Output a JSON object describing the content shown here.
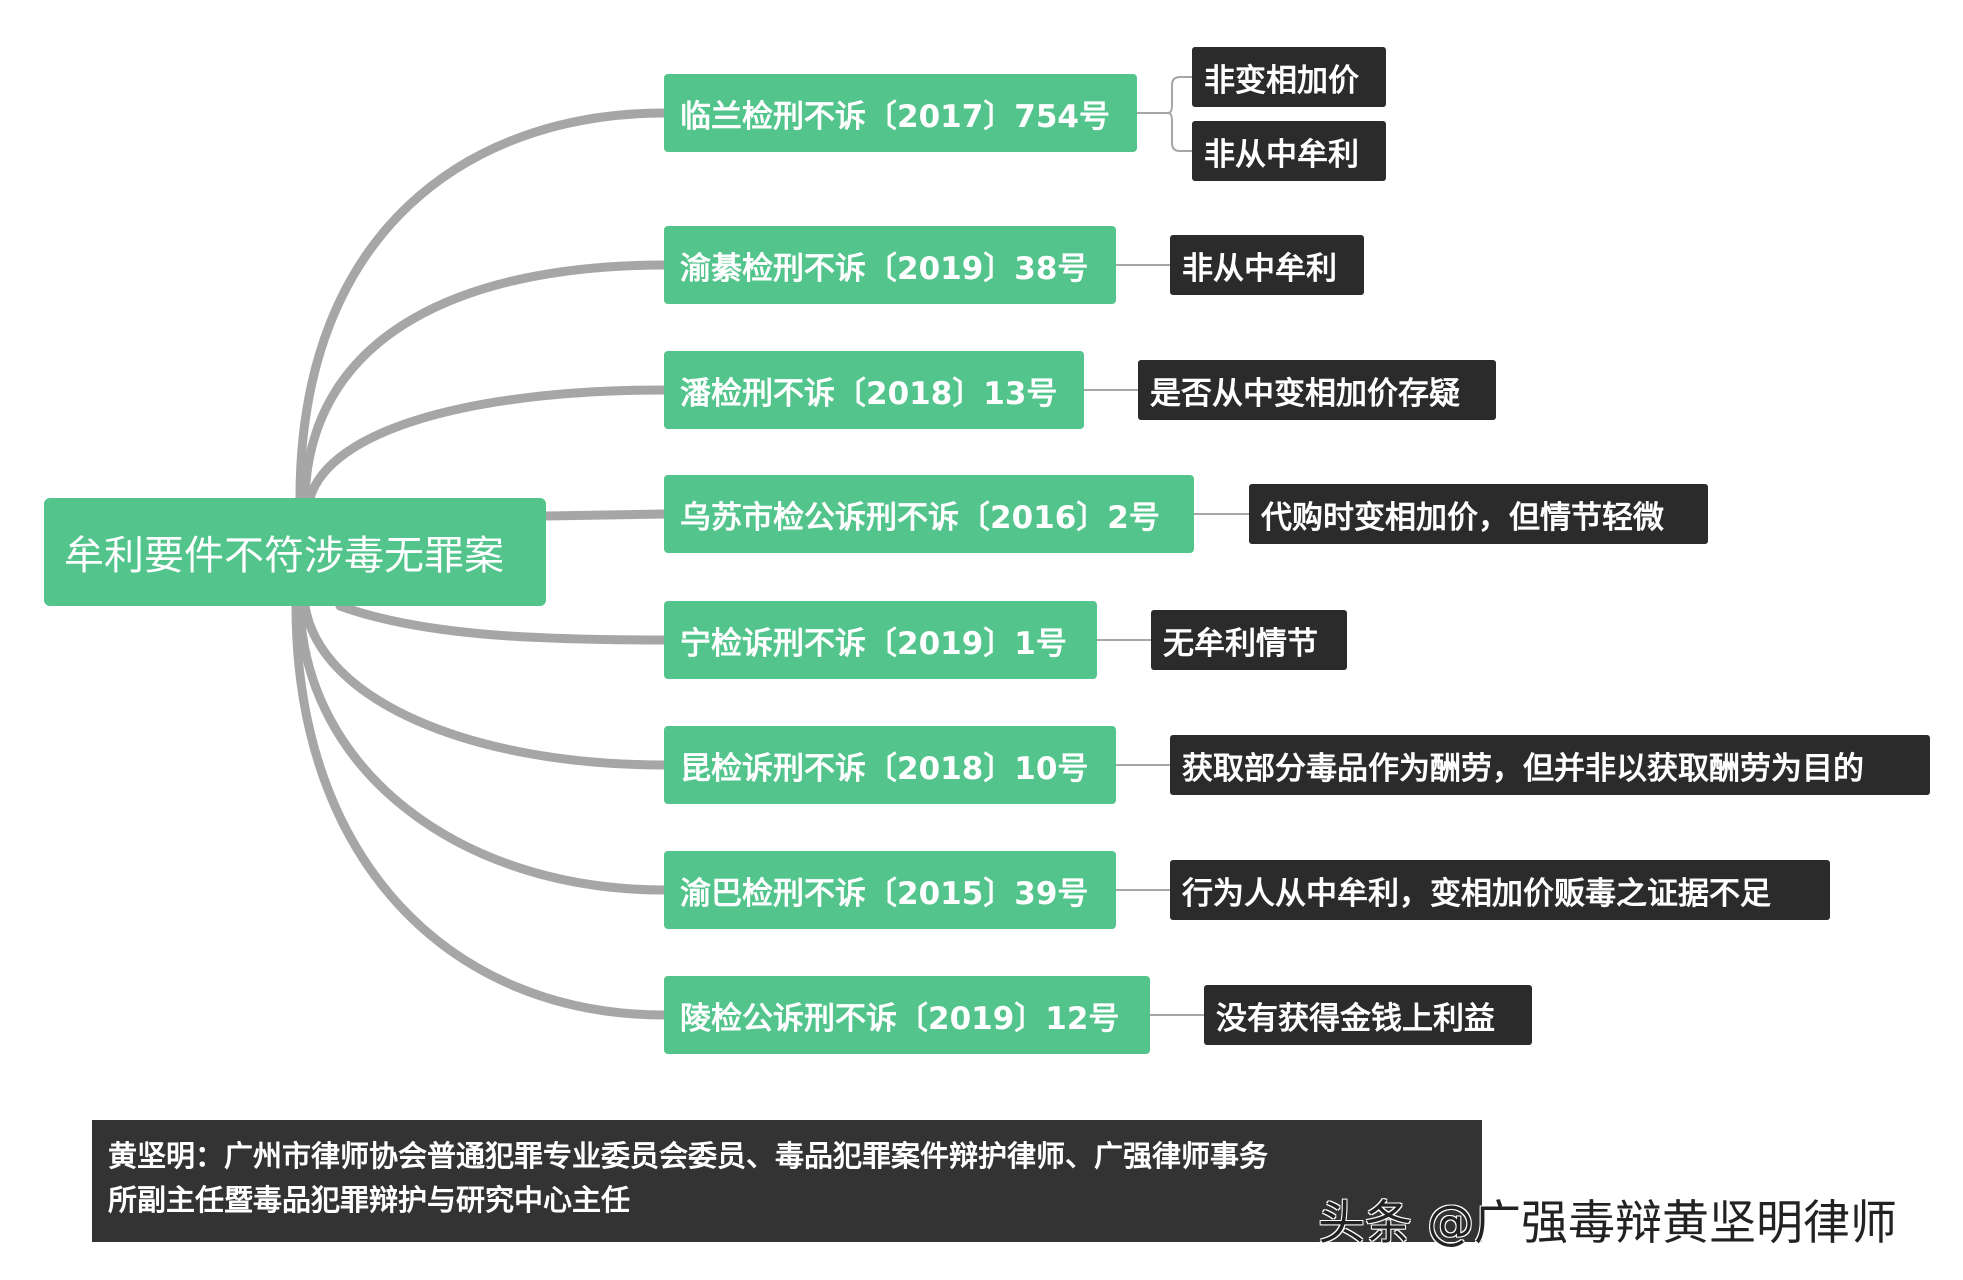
{
  "root": {
    "label": "牟利要件不符涉毒无罪案"
  },
  "cases": [
    {
      "label": "临兰检刑不诉〔2017〕754号",
      "notes": [
        "非变相加价",
        "非从中牟利"
      ]
    },
    {
      "label": "渝綦检刑不诉〔2019〕38号",
      "notes": [
        "非从中牟利"
      ]
    },
    {
      "label": "潘检刑不诉〔2018〕13号",
      "notes": [
        "是否从中变相加价存疑"
      ]
    },
    {
      "label": "乌苏市检公诉刑不诉〔2016〕2号",
      "notes": [
        "代购时变相加价，但情节轻微"
      ]
    },
    {
      "label": "宁检诉刑不诉〔2019〕1号",
      "notes": [
        "无牟利情节"
      ]
    },
    {
      "label": "昆检诉刑不诉〔2018〕10号",
      "notes": [
        "获取部分毒品作为酬劳，但并非以获取酬劳为目的"
      ]
    },
    {
      "label": "渝巴检刑不诉〔2015〕39号",
      "notes": [
        "行为人从中牟利，变相加价贩毒之证据不足"
      ]
    },
    {
      "label": "陵检公诉刑不诉〔2019〕12号",
      "notes": [
        "没有获得金钱上利益"
      ]
    }
  ],
  "footer": {
    "line1": "黄坚明：广州市律师协会普通犯罪专业委员会委员、毒品犯罪案件辩护律师、广强律师事务",
    "line2": "所副主任暨毒品犯罪辩护与研究中心主任"
  },
  "watermark": "头条 @广强毒辩黄坚明律师",
  "colors": {
    "node_green": "#52c48c",
    "note_dark": "#2b2b2b",
    "connector_gray": "#a6a6a6",
    "footer_dark": "#333333"
  }
}
